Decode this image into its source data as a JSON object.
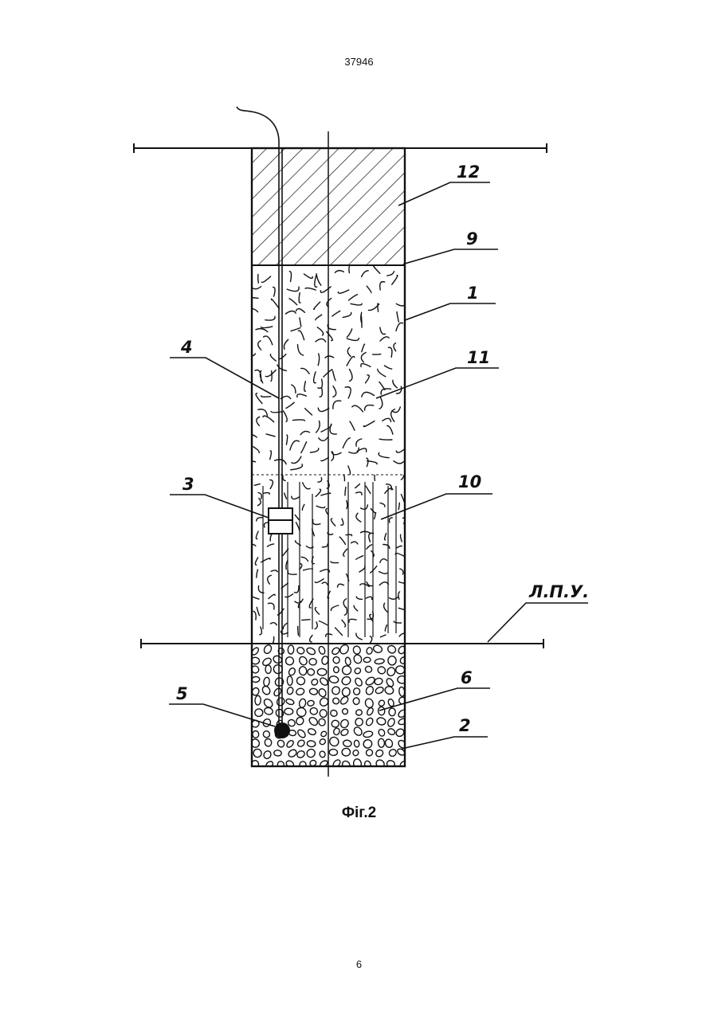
{
  "page": {
    "number_top": "37946",
    "number_bottom": "6",
    "figure_caption": "Фіг.2"
  },
  "labels": {
    "l12": "12",
    "l9": "9",
    "l1": "1",
    "l4": "4",
    "l11": "11",
    "l3": "3",
    "l10": "10",
    "lpu": "Л.П.У.",
    "l5": "5",
    "l6": "6",
    "l2": "2"
  }
}
